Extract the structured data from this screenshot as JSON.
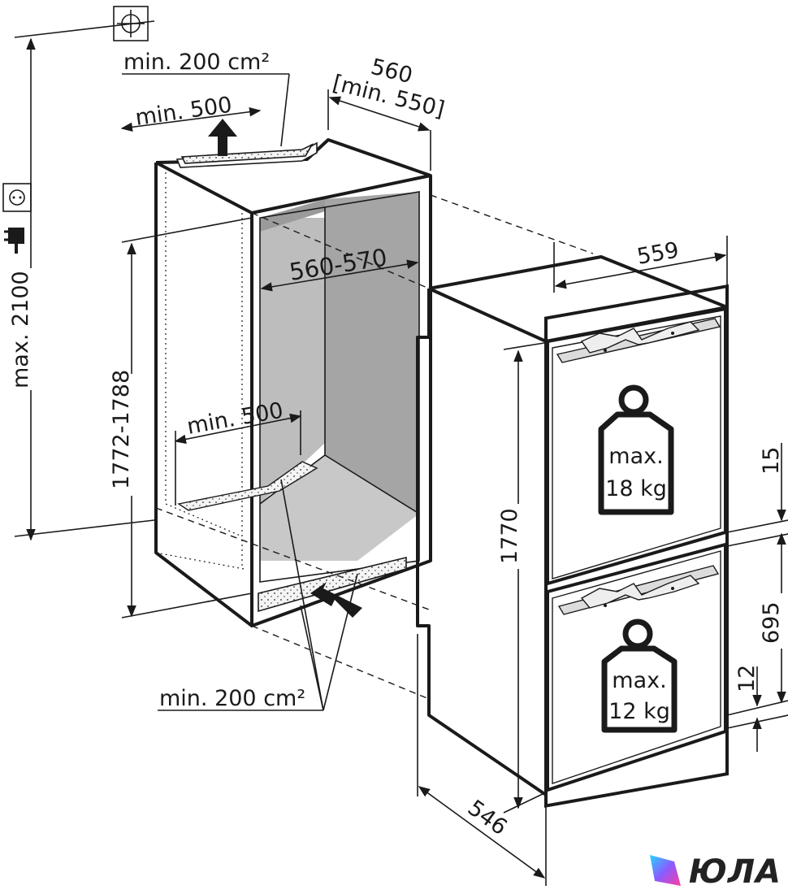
{
  "labels": {
    "top_vent": "min. 200 cm²",
    "top_depth": "min. 500",
    "niche_width": "560",
    "niche_width_min": "[min. 550]",
    "inner_width": "560-570",
    "floor_depth": "min. 500",
    "niche_height": "1772-1788",
    "total_height": "max. 2100",
    "bottom_vent": "min. 200 cm²",
    "appliance_width": "559",
    "appliance_height": "1770",
    "appliance_depth": "546",
    "gap_top": "15",
    "door_offset": "695",
    "gap_bottom": "12"
  },
  "weights": {
    "upper": {
      "line1": "max.",
      "line2": "18 kg"
    },
    "lower": {
      "line1": "max.",
      "line2": "12 kg"
    }
  },
  "icons": {
    "ground": "ground-symbol-icon",
    "socket": "power-socket-icon",
    "plug": "power-plug-icon",
    "weight_upper": "weight-icon",
    "weight_lower": "weight-icon"
  },
  "logo": {
    "text": "ЮЛА"
  },
  "colors": {
    "line": "#1a1a1a",
    "niche_shade": "#bdbdbd",
    "niche_dark": "#a5a5a5",
    "bracket": "#dcdcdc"
  }
}
